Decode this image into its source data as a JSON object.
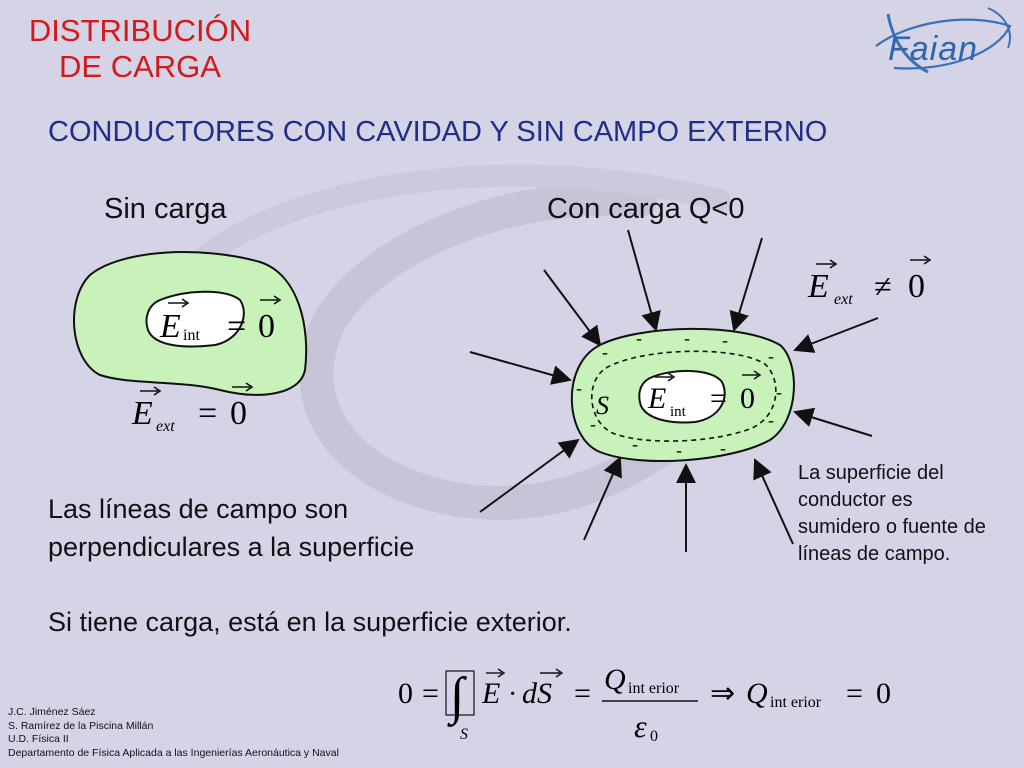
{
  "header": {
    "title_line1": "DISTRIBUCIÓN",
    "title_line2": "DE CARGA",
    "logo_text": "Faian"
  },
  "subtitle": "CONDUCTORES CON CAVIDAD Y SIN CAMPO EXTERNO",
  "left_diagram": {
    "label": "Sin carga"
  },
  "right_diagram": {
    "label": "Con carga Q<0",
    "surface_label": "S",
    "charge_sign": "-"
  },
  "text": {
    "lines_field": "Las líneas de campo son perpendiculares a la superficie",
    "charge_surface": "Si tiene carga, está en la superficie exterior.",
    "surface_note": "La superficie del conductor es sumidero o fuente de líneas de campo."
  },
  "credits": [
    "J.C. Jiménez Sáez",
    "S. Ramírez de la Piscina Millán",
    "U.D. Física II",
    "Departamento de Física Aplicada a las Ingenierías Aeronáutica y Naval"
  ],
  "colors": {
    "background": "#d5d3e6",
    "title": "#d21a1a",
    "subtitle": "#1f2f87",
    "conductor_fill": "#c8f2b9"
  }
}
